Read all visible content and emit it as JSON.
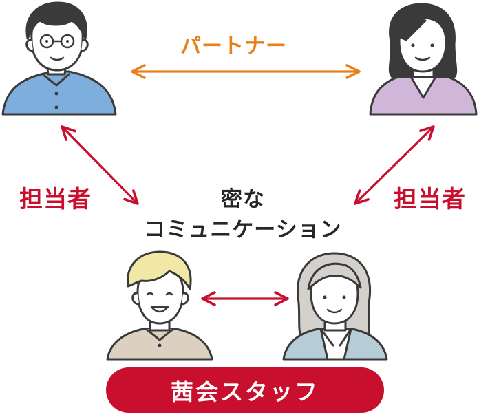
{
  "labels": {
    "partner": "パートナー",
    "tanto_left": "担当者",
    "tanto_right": "担当者",
    "center_line1": "密な",
    "center_line2": "コミュニケーション",
    "staff": "茜会スタッフ"
  },
  "colors": {
    "partner_orange": "#e8811c",
    "accent_red": "#c8102e",
    "outline": "#3a3a3a",
    "man_shirt": "#7eaedb",
    "woman_shirt": "#d0b6d8",
    "staff_shirt": "#dcd0c0",
    "staff_jacket": "#b6ccd6"
  }
}
